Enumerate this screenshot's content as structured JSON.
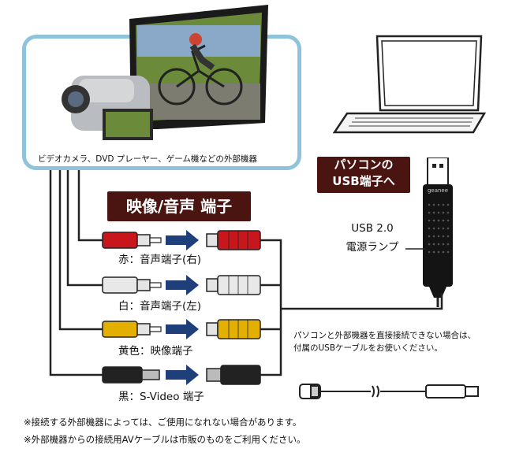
{
  "devices": {
    "caption": "ビデオカメラ、DVD プレーヤー、ゲーム機などの外部機器"
  },
  "pc_label": [
    "パソコンの",
    "USB端子へ"
  ],
  "av_terminal_label": "映像/音声 端子",
  "usb": {
    "brand": "geanee",
    "lamp_lines": [
      "USB 2.0",
      "電源ランプ"
    ]
  },
  "connectors": [
    {
      "label": "赤：音声端子(右)",
      "color": "#c8171c"
    },
    {
      "label": "白：音声端子(左)",
      "color": "#e8e8e8"
    },
    {
      "label": "黄色：映像端子",
      "color": "#e3b000"
    },
    {
      "label": "黒：S-Video 端子",
      "color": "#222222"
    }
  ],
  "usb_cable_note": [
    "パソコンと外部機器を直接接続できない場合は、",
    "付属のUSBケーブルをお使いください。"
  ],
  "footnotes": [
    "※接続する外部機器によっては、ご使用になれない場合があります。",
    "※外部機器からの接続用AVケーブルは市販のものをご利用ください。"
  ],
  "colors": {
    "frame": "#8fc3dc",
    "arrow": "#1f3f7a",
    "label_bg": "#4a1410"
  }
}
